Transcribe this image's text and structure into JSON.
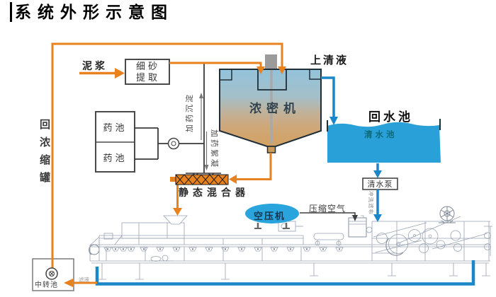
{
  "title": "系统外形示意图",
  "colors": {
    "orange": "#e8821e",
    "pipe": "#1b87c9",
    "pool": "#29a0d8",
    "comp": "#2aa4dc",
    "press": "#9aa4b2"
  },
  "labels": {
    "slurry": "泥浆",
    "sand_extraction": "细砂提取",
    "chem_tank_top": "药池",
    "chem_tank_bottom": "药池",
    "dosing_sedimentation": "加药沉淀",
    "dosing_flocculation": "加药絮凝",
    "thickener": "浓密机",
    "supernatant": "上清液",
    "return_water_pool": "回水池",
    "clear_water_pool": "清水池",
    "clear_water_pump": "清水泵",
    "flush_filter_cloth": "冲洗滤布",
    "static_mixer": "静态混合器",
    "air_compressor": "空压机",
    "compressed_air": "压缩空气",
    "return_thickener_tank": "回浓缩罐",
    "transfer_pool": "中转池",
    "filtrate": "滤液"
  }
}
